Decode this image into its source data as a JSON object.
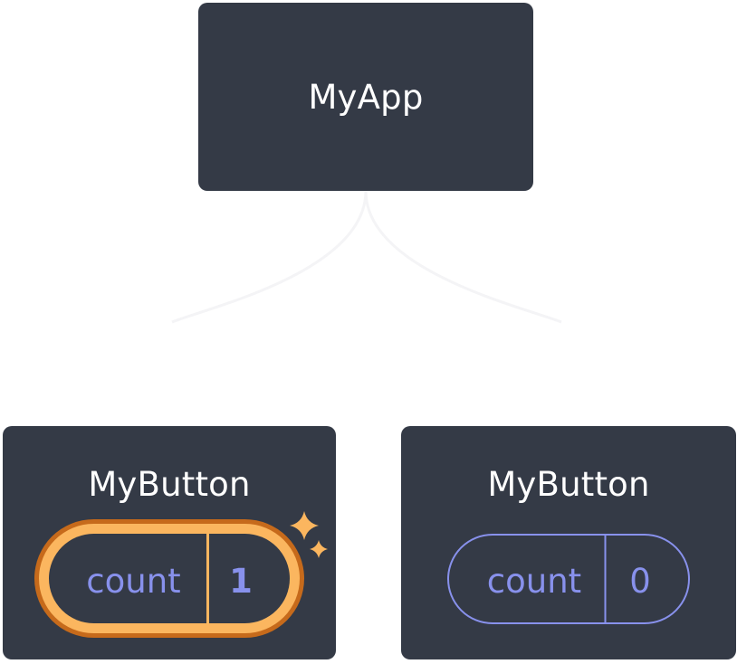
{
  "parent": {
    "title": "MyApp"
  },
  "children": [
    {
      "title": "MyButton",
      "state_label": "count",
      "state_value": "1",
      "highlighted": true
    },
    {
      "title": "MyButton",
      "state_label": "count",
      "state_value": "0",
      "highlighted": false
    }
  ],
  "colors": {
    "box_bg": "#343a46",
    "title_text": "#ffffff",
    "state_text": "#8891ec",
    "highlight_inner": "#fbb65f",
    "highlight_outer": "#c66a1b",
    "sparkle": "#fbb65f"
  },
  "icons": [
    "sparkle-icon"
  ]
}
